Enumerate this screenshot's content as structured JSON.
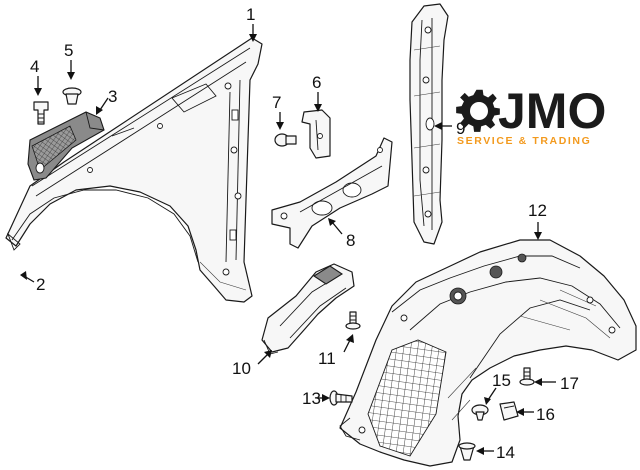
{
  "brand": {
    "logo_text": "JMO",
    "tagline": "SERVICE & TRADING",
    "logo_color": "#1b1b1b",
    "tagline_color": "#f39a1e"
  },
  "callouts": [
    "1",
    "2",
    "3",
    "4",
    "5",
    "6",
    "7",
    "8",
    "9",
    "10",
    "11",
    "12",
    "13",
    "14",
    "15",
    "16",
    "17"
  ]
}
